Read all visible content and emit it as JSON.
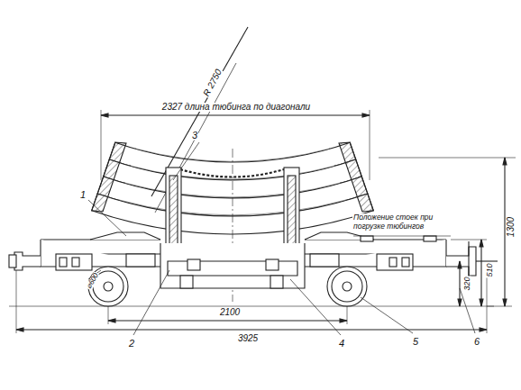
{
  "diagram": {
    "labels": [
      "R 2750",
      "2327 длина тюбинга по диагонали",
      "3",
      "1",
      "Положение стоек при погрузке тюбингов",
      "1300",
      "510",
      "⌀600",
      "320",
      "2100",
      "3925",
      "2",
      "4",
      "5",
      "6"
    ]
  }
}
